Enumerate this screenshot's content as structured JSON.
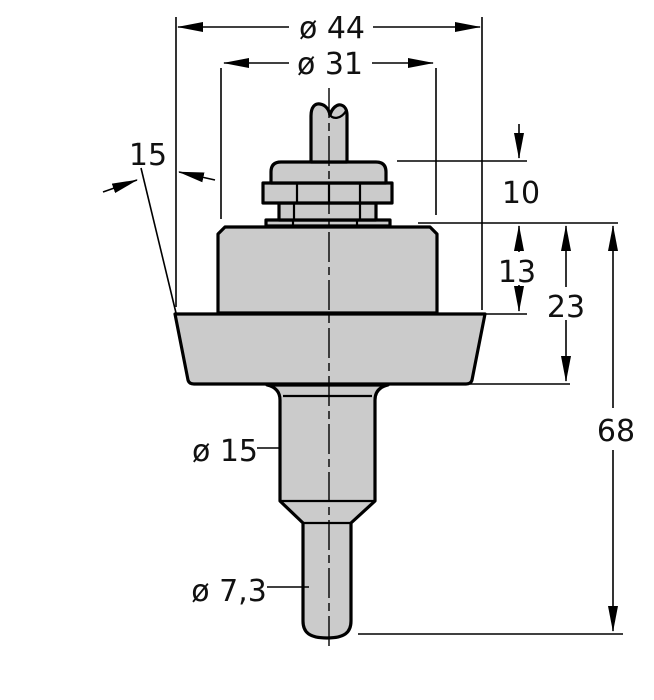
{
  "drawing": {
    "kind": "technical-dimension-drawing",
    "labels": {
      "dia_outer": "ø 44",
      "dia_inner": "ø 31",
      "taper_angle": "15",
      "collar_height": "10",
      "body_height": "13",
      "flange_height": "23",
      "total_length": "68",
      "dia_shaft": "ø 15",
      "dia_tip": "ø 7,3"
    },
    "colors": {
      "part_fill": "#cbcbcb",
      "line": "#000000",
      "background": "#ffffff"
    }
  }
}
